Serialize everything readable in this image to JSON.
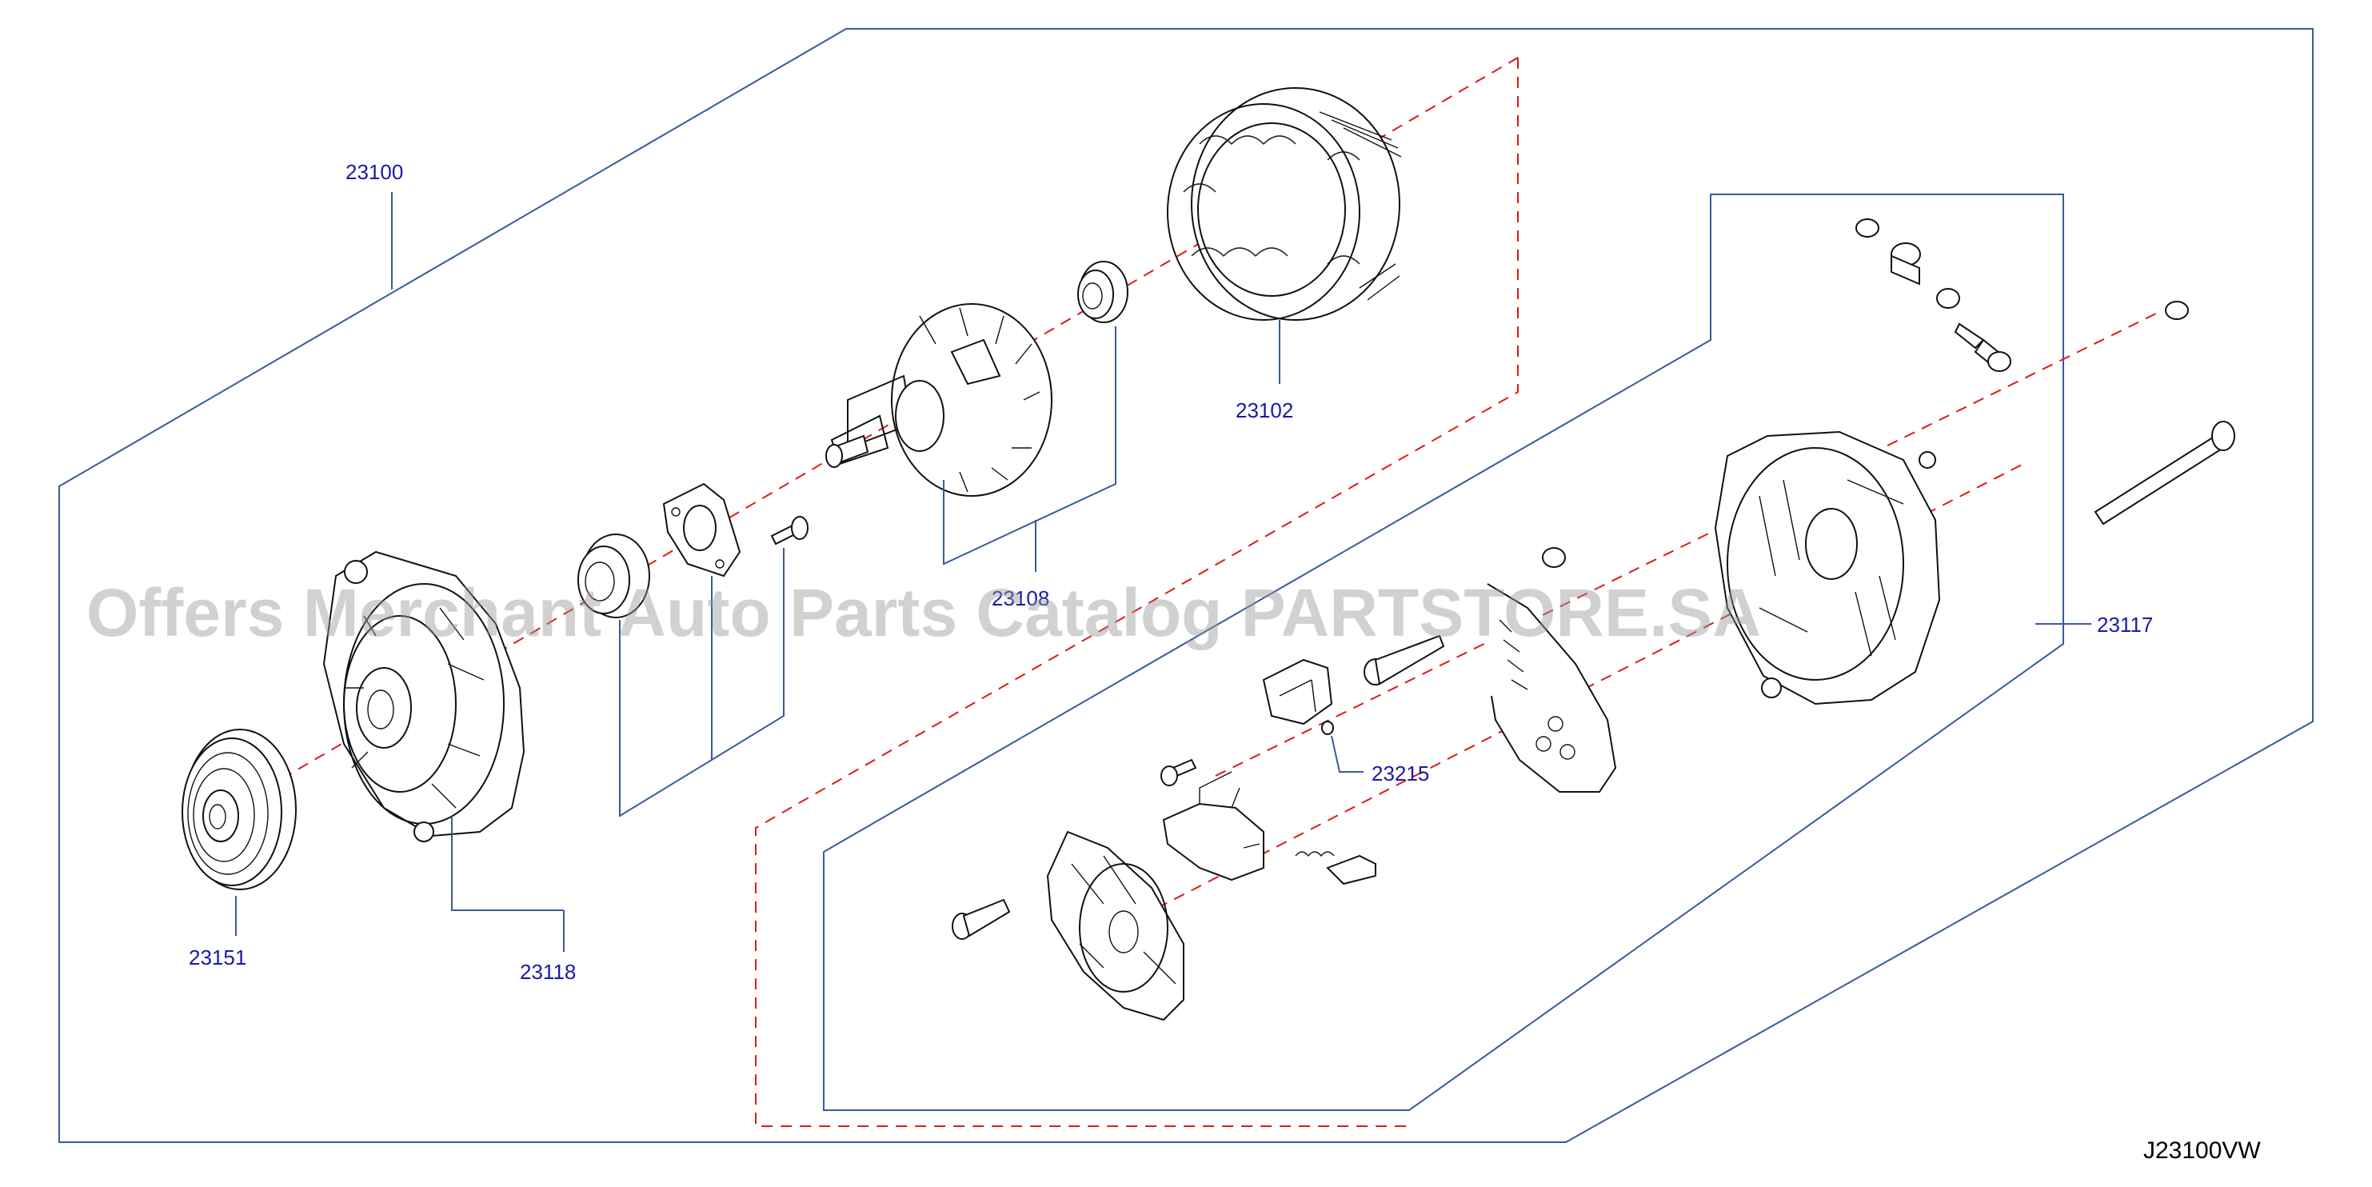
{
  "diagram": {
    "code": "J23100VW",
    "watermark": "Offers Merchant Auto Parts Catalog PARTSTORE.SA"
  },
  "parts": [
    {
      "id": "23100",
      "label": "23100",
      "name": "alternator-assembly"
    },
    {
      "id": "23102",
      "label": "23102",
      "name": "stator"
    },
    {
      "id": "23108",
      "label": "23108",
      "name": "rotor"
    },
    {
      "id": "23117",
      "label": "23117",
      "name": "rear-housing"
    },
    {
      "id": "23118",
      "label": "23118",
      "name": "front-housing"
    },
    {
      "id": "23151",
      "label": "23151",
      "name": "pulley"
    },
    {
      "id": "23215",
      "label": "23215",
      "name": "regulator"
    }
  ],
  "colors": {
    "label": "#1a1aa6",
    "frame": "#3a5a9a",
    "dashed_guide": "#e01818",
    "ink": "#111111",
    "watermark": "#9a9a9a"
  }
}
